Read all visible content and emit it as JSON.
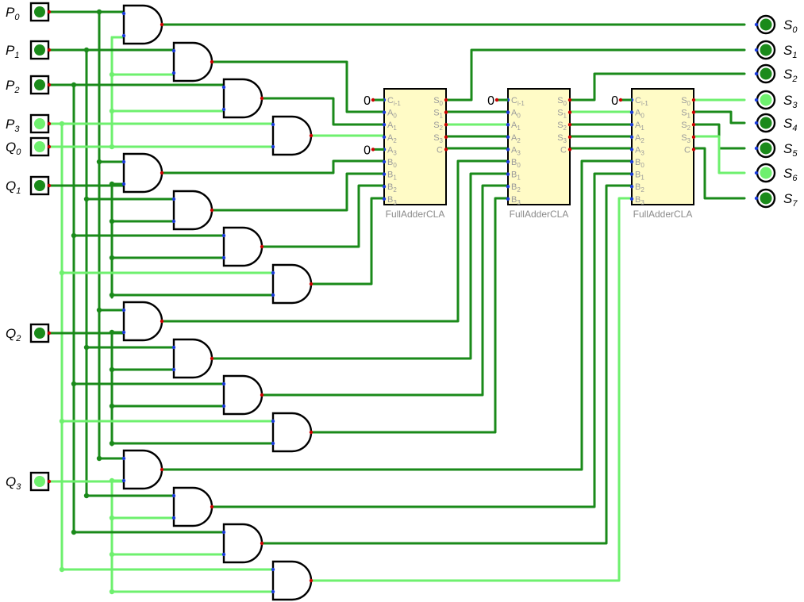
{
  "colors": {
    "wire_low": "#1a8a1a",
    "wire_high": "#6ef06e",
    "gate_stroke": "#000000",
    "block_fill": "#fffbc6",
    "pin_out": "#cc0000",
    "pin_in": "#1a3adb"
  },
  "inputs": [
    {
      "base": "P",
      "sub": "0",
      "state": "low"
    },
    {
      "base": "P",
      "sub": "1",
      "state": "low"
    },
    {
      "base": "P",
      "sub": "2",
      "state": "low"
    },
    {
      "base": "P",
      "sub": "3",
      "state": "high"
    },
    {
      "base": "Q",
      "sub": "0",
      "state": "high"
    },
    {
      "base": "Q",
      "sub": "1",
      "state": "low"
    },
    {
      "base": "Q",
      "sub": "2",
      "state": "low"
    },
    {
      "base": "Q",
      "sub": "3",
      "state": "high"
    }
  ],
  "outputs": [
    {
      "base": "S",
      "sub": "0",
      "state": "low"
    },
    {
      "base": "S",
      "sub": "1",
      "state": "low"
    },
    {
      "base": "S",
      "sub": "2",
      "state": "low"
    },
    {
      "base": "S",
      "sub": "3",
      "state": "high"
    },
    {
      "base": "S",
      "sub": "4",
      "state": "low"
    },
    {
      "base": "S",
      "sub": "5",
      "state": "low"
    },
    {
      "base": "S",
      "sub": "6",
      "state": "high"
    },
    {
      "base": "S",
      "sub": "7",
      "state": "low"
    }
  ],
  "adders": [
    {
      "name": "FullAdderCLA"
    },
    {
      "name": "FullAdderCLA"
    },
    {
      "name": "FullAdderCLA"
    }
  ],
  "adder_left_pins": [
    {
      "base": "C",
      "sub": "i-1"
    },
    {
      "base": "A",
      "sub": "0"
    },
    {
      "base": "A",
      "sub": "1"
    },
    {
      "base": "A",
      "sub": "2"
    },
    {
      "base": "A",
      "sub": "3"
    },
    {
      "base": "B",
      "sub": "0"
    },
    {
      "base": "B",
      "sub": "1"
    },
    {
      "base": "B",
      "sub": "2"
    },
    {
      "base": "B",
      "sub": "3"
    }
  ],
  "adder_right_pins": [
    {
      "base": "S",
      "sub": "0"
    },
    {
      "base": "S",
      "sub": "1"
    },
    {
      "base": "S",
      "sub": "2"
    },
    {
      "base": "S",
      "sub": "3"
    },
    {
      "base": "C",
      "sub": ""
    }
  ],
  "constants": [
    "0",
    "0",
    "0",
    "0"
  ],
  "and_gate_count": 16
}
